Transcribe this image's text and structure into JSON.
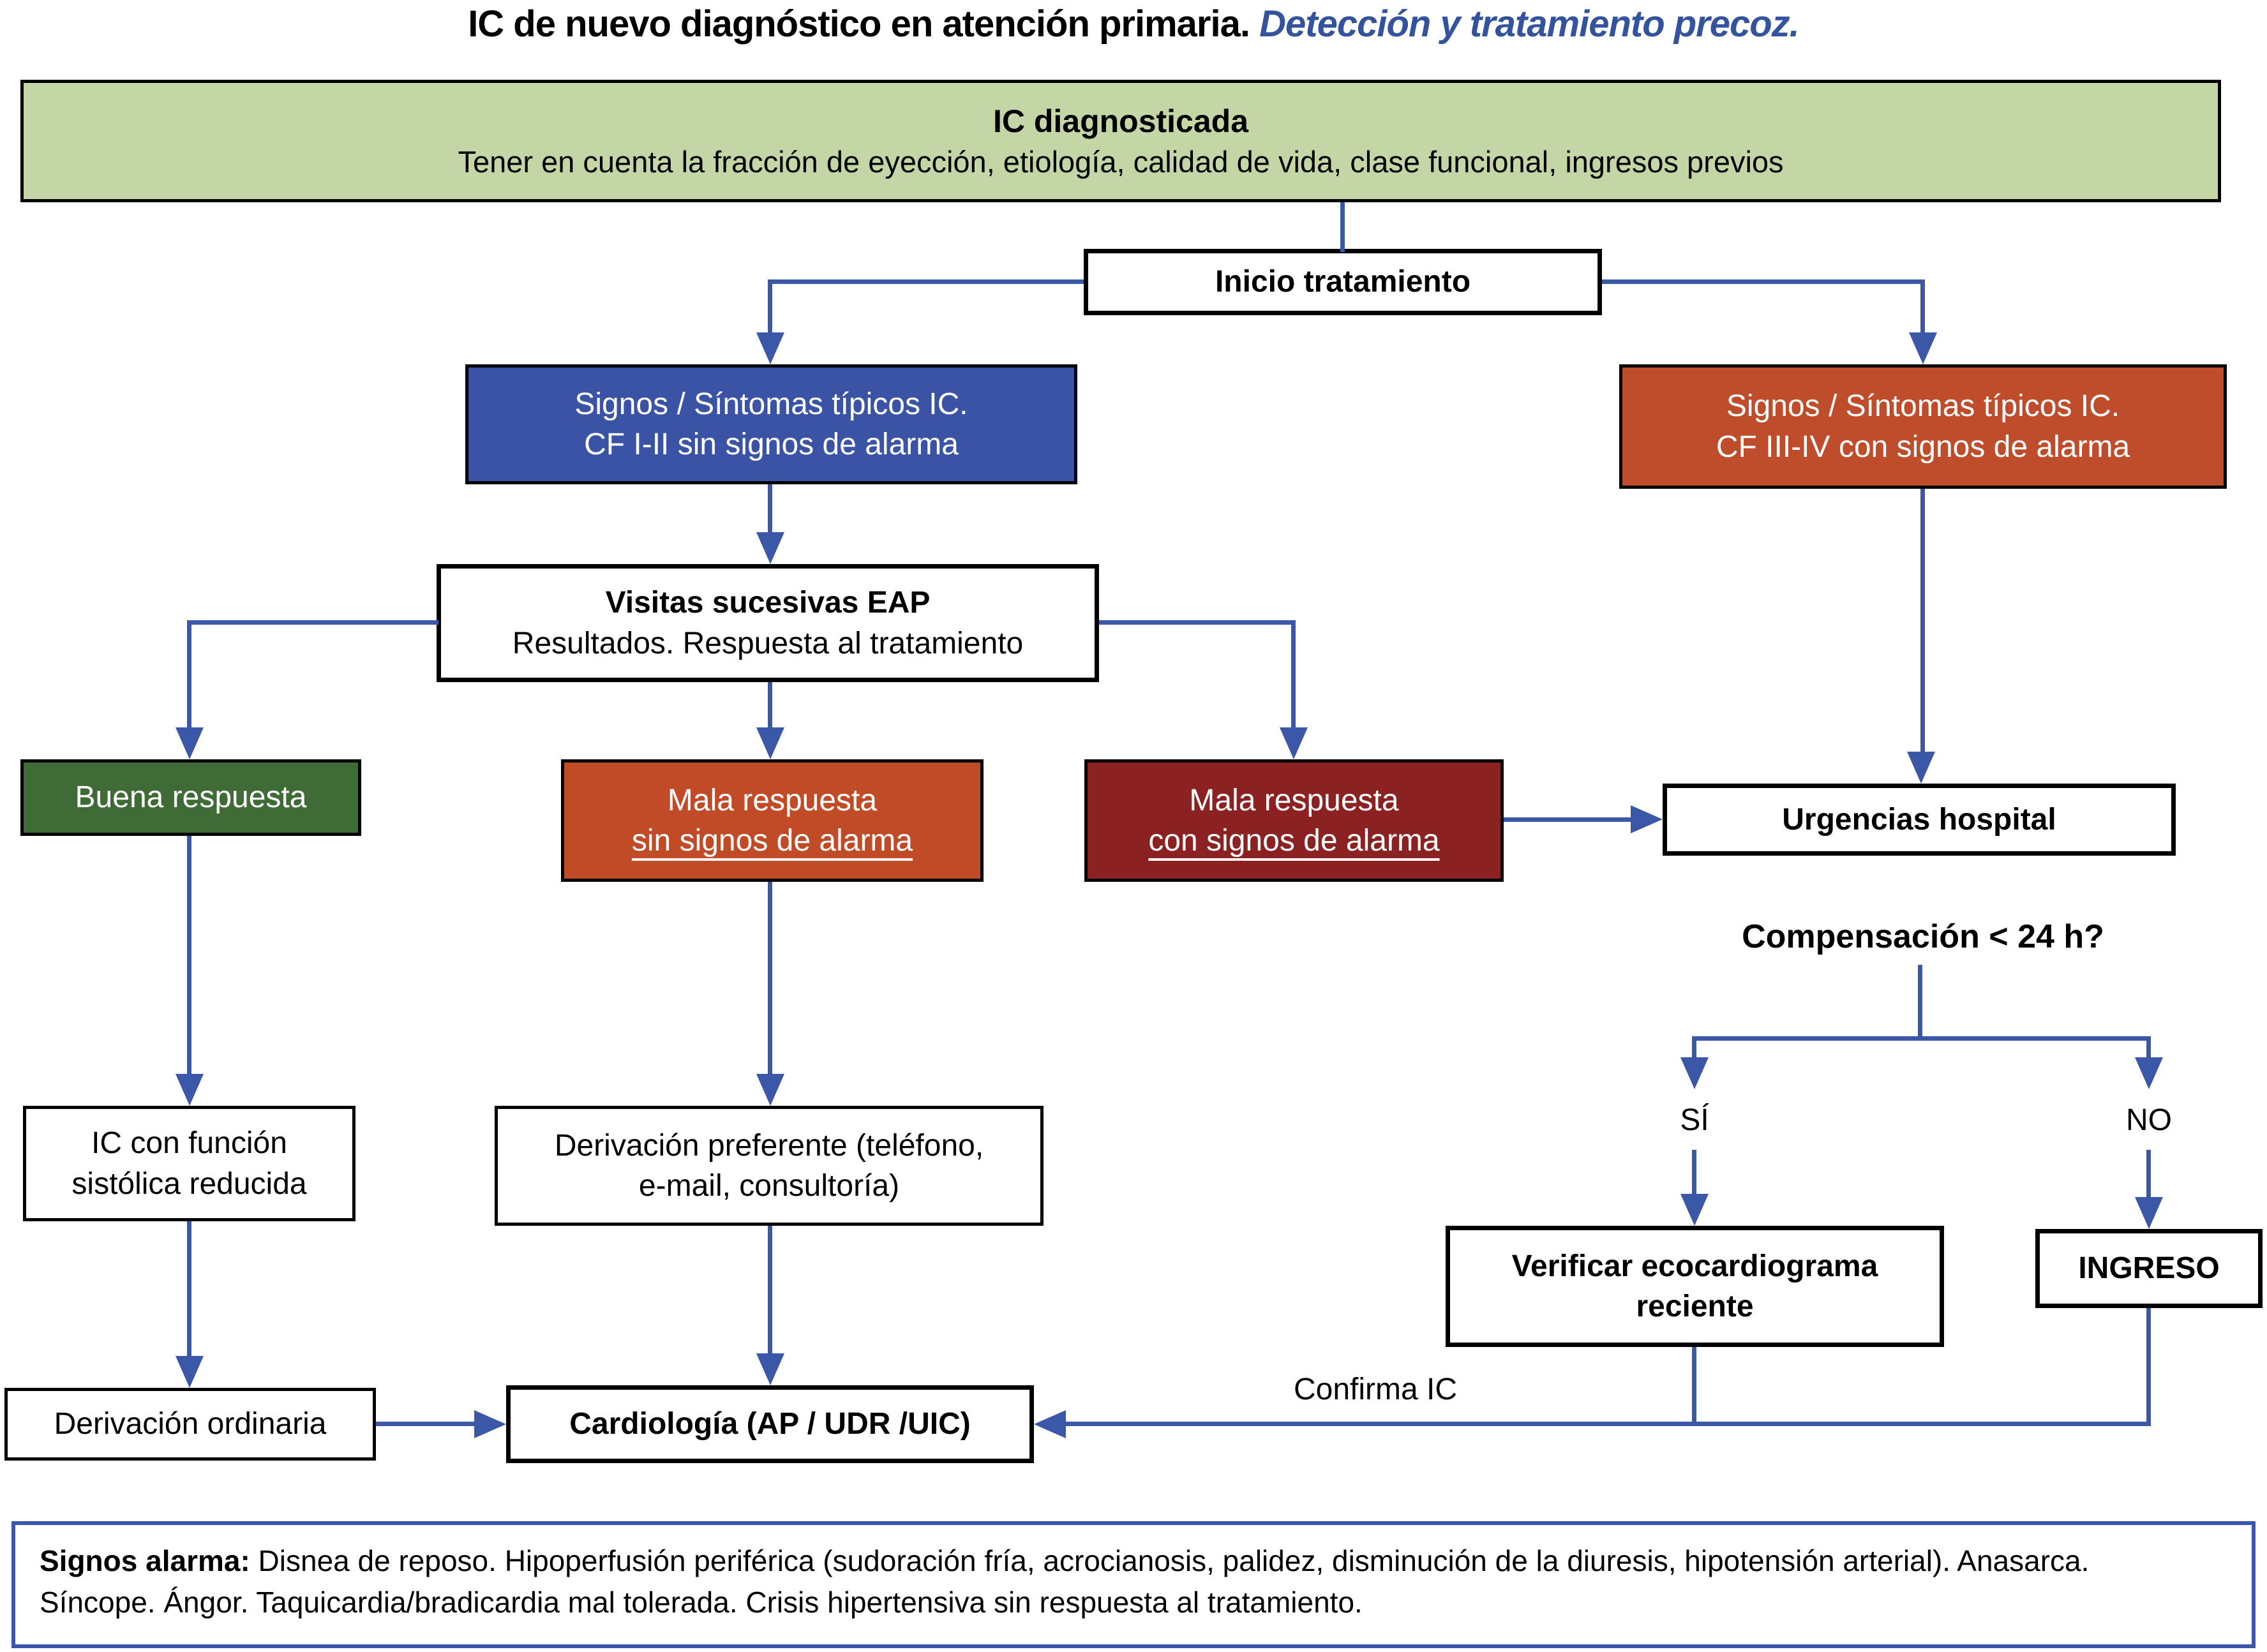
{
  "title": {
    "main": "IC de nuevo diagnóstico en atención primaria. ",
    "accent": "Detección y tratamiento precoz."
  },
  "nodes": {
    "ic_diagnosticada": {
      "line1": "IC diagnosticada",
      "line2": "Tener en cuenta la fracción de eyección, etiología, calidad de vida, clase funcional, ingresos previos"
    },
    "inicio": {
      "label": "Inicio tratamiento"
    },
    "signos_cf12": {
      "line1": "Signos / Síntomas típicos IC.",
      "line2": "CF I-II sin signos de alarma"
    },
    "signos_cf34": {
      "line1": "Signos / Síntomas típicos IC.",
      "line2": "CF III-IV con signos de alarma"
    },
    "visitas": {
      "line1": "Visitas sucesivas EAP",
      "line2": "Resultados. Respuesta al tratamiento"
    },
    "buena": {
      "label": "Buena respuesta"
    },
    "mala_sin": {
      "line1": "Mala respuesta",
      "line2": "sin signos de alarma"
    },
    "mala_con": {
      "line1": "Mala respuesta",
      "line2": "con signos de alarma"
    },
    "urgencias": {
      "label": "Urgencias hospital"
    },
    "verificar": {
      "line1": "Verificar ecocardiograma",
      "line2": "reciente"
    },
    "ingreso": {
      "label": "INGRESO"
    },
    "ic_funcion": {
      "line1": "IC con función",
      "line2": "sistólica reducida"
    },
    "derivacion_preferente": {
      "line1": "Derivación preferente (teléfono,",
      "line2": "e-mail, consultoría)"
    },
    "derivacion_ordinaria": {
      "label": "Derivación ordinaria"
    },
    "cardiologia": {
      "label": "Cardiología (AP / UDR /UIC)"
    }
  },
  "labels": {
    "compensacion": "Compensación < 24 h?",
    "si": "SÍ",
    "no": "NO",
    "confirma": "Confirma IC"
  },
  "note": {
    "lead": "Signos alarma:",
    "line1_rest": " Disnea de reposo. Hipoperfusión periférica (sudoración fría, acrocianosis, palidez, disminución de la diuresis, hipotensión arterial). Anasarca.",
    "line2": "Síncope. Ángor. Taquicardia/bradicardia mal tolerada. Crisis hipertensiva sin respuesta al tratamiento."
  },
  "colors": {
    "accent_blue": "#33539E",
    "line_blue": "#3A57A8",
    "box_blue": "#3A53A4",
    "box_red_orange": "#BF4C2B",
    "box_orange": "#C24B27",
    "box_dark_red": "#8C2121",
    "box_green_dark": "#3E6B36",
    "box_green_light": "#C5D6A6"
  }
}
